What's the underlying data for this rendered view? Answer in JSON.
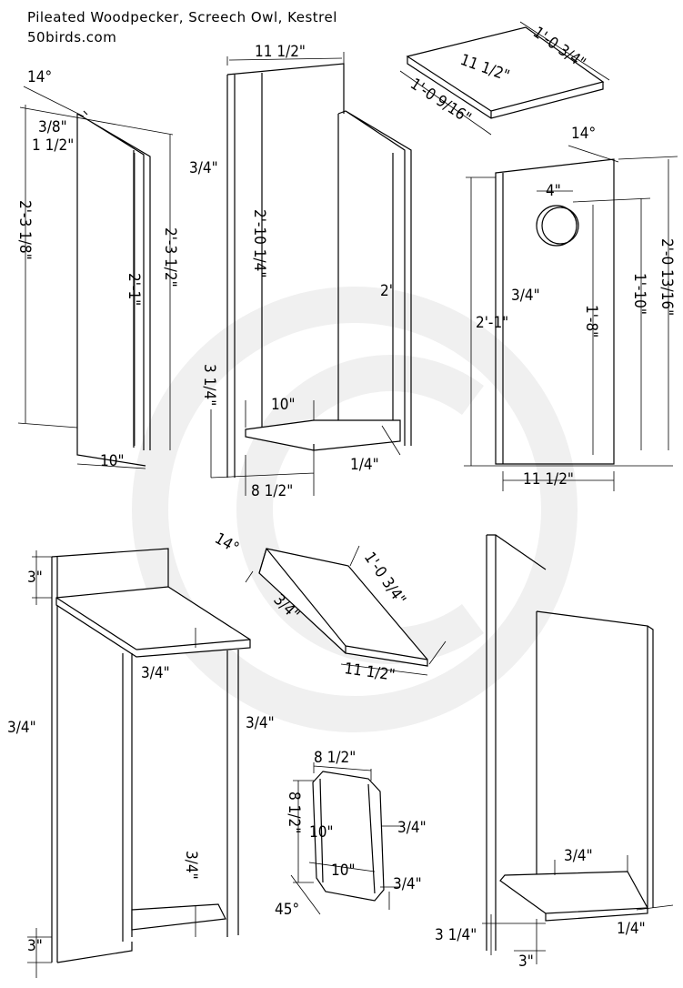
{
  "header": {
    "title": "Pileated Woodpecker, Screech Owl, Kestrel",
    "site": "50birds.com"
  },
  "watermark": {
    "icon": "copyright-c-logo",
    "color": "#efefef"
  },
  "side_panel": {
    "angle": "14°",
    "bevel": "3/8\"",
    "offset": "1 1/2\"",
    "back_height": "2'-3 1/8\"",
    "front_height": "2'-3 1/2\"",
    "inner_height": "2'-1\"",
    "width": "10\""
  },
  "assembly_front": {
    "top_width": "11 1/2\"",
    "thickness": "3/4\"",
    "back_height": "2'-10 1/4\"",
    "side_height": "2'",
    "floor_height": "3 1/4\"",
    "floor_depth": "10\"",
    "floor_width": "8 1/2\"",
    "gap": "1/4\""
  },
  "lid": {
    "length": "1'-0 3/4\"",
    "width": "11 1/2\"",
    "depth": "1'-0 9/16\""
  },
  "front_panel": {
    "angle": "14°",
    "hole": "4\"",
    "thickness": "3/4\"",
    "height_left": "2'-1\"",
    "hole_height": "1'-8\"",
    "inner_height": "1'-10\"",
    "total_height": "2'-0 13/16\"",
    "width": "11 1/2\""
  },
  "assembly_side": {
    "top": "3\"",
    "roof": "3/4\"",
    "left": "3/4\"",
    "right": "3/4\"",
    "floor": "3/4\"",
    "bottom": "3\""
  },
  "roof": {
    "angle": "14°",
    "thickness": "3/4\"",
    "length": "1'-0 3/4\"",
    "width": "11 1/2\""
  },
  "floor_piece": {
    "top_width": "8 1/2\"",
    "side_length": "8 1/2\"",
    "depth": "10\"",
    "width": "10\"",
    "thickness": "3/4\"",
    "corner_thickness": "3/4\"",
    "corner_angle": "45°"
  },
  "assembly_back": {
    "floor": "3/4\"",
    "floor_height": "3 1/4\"",
    "bottom": "3\"",
    "gap": "1/4\""
  }
}
